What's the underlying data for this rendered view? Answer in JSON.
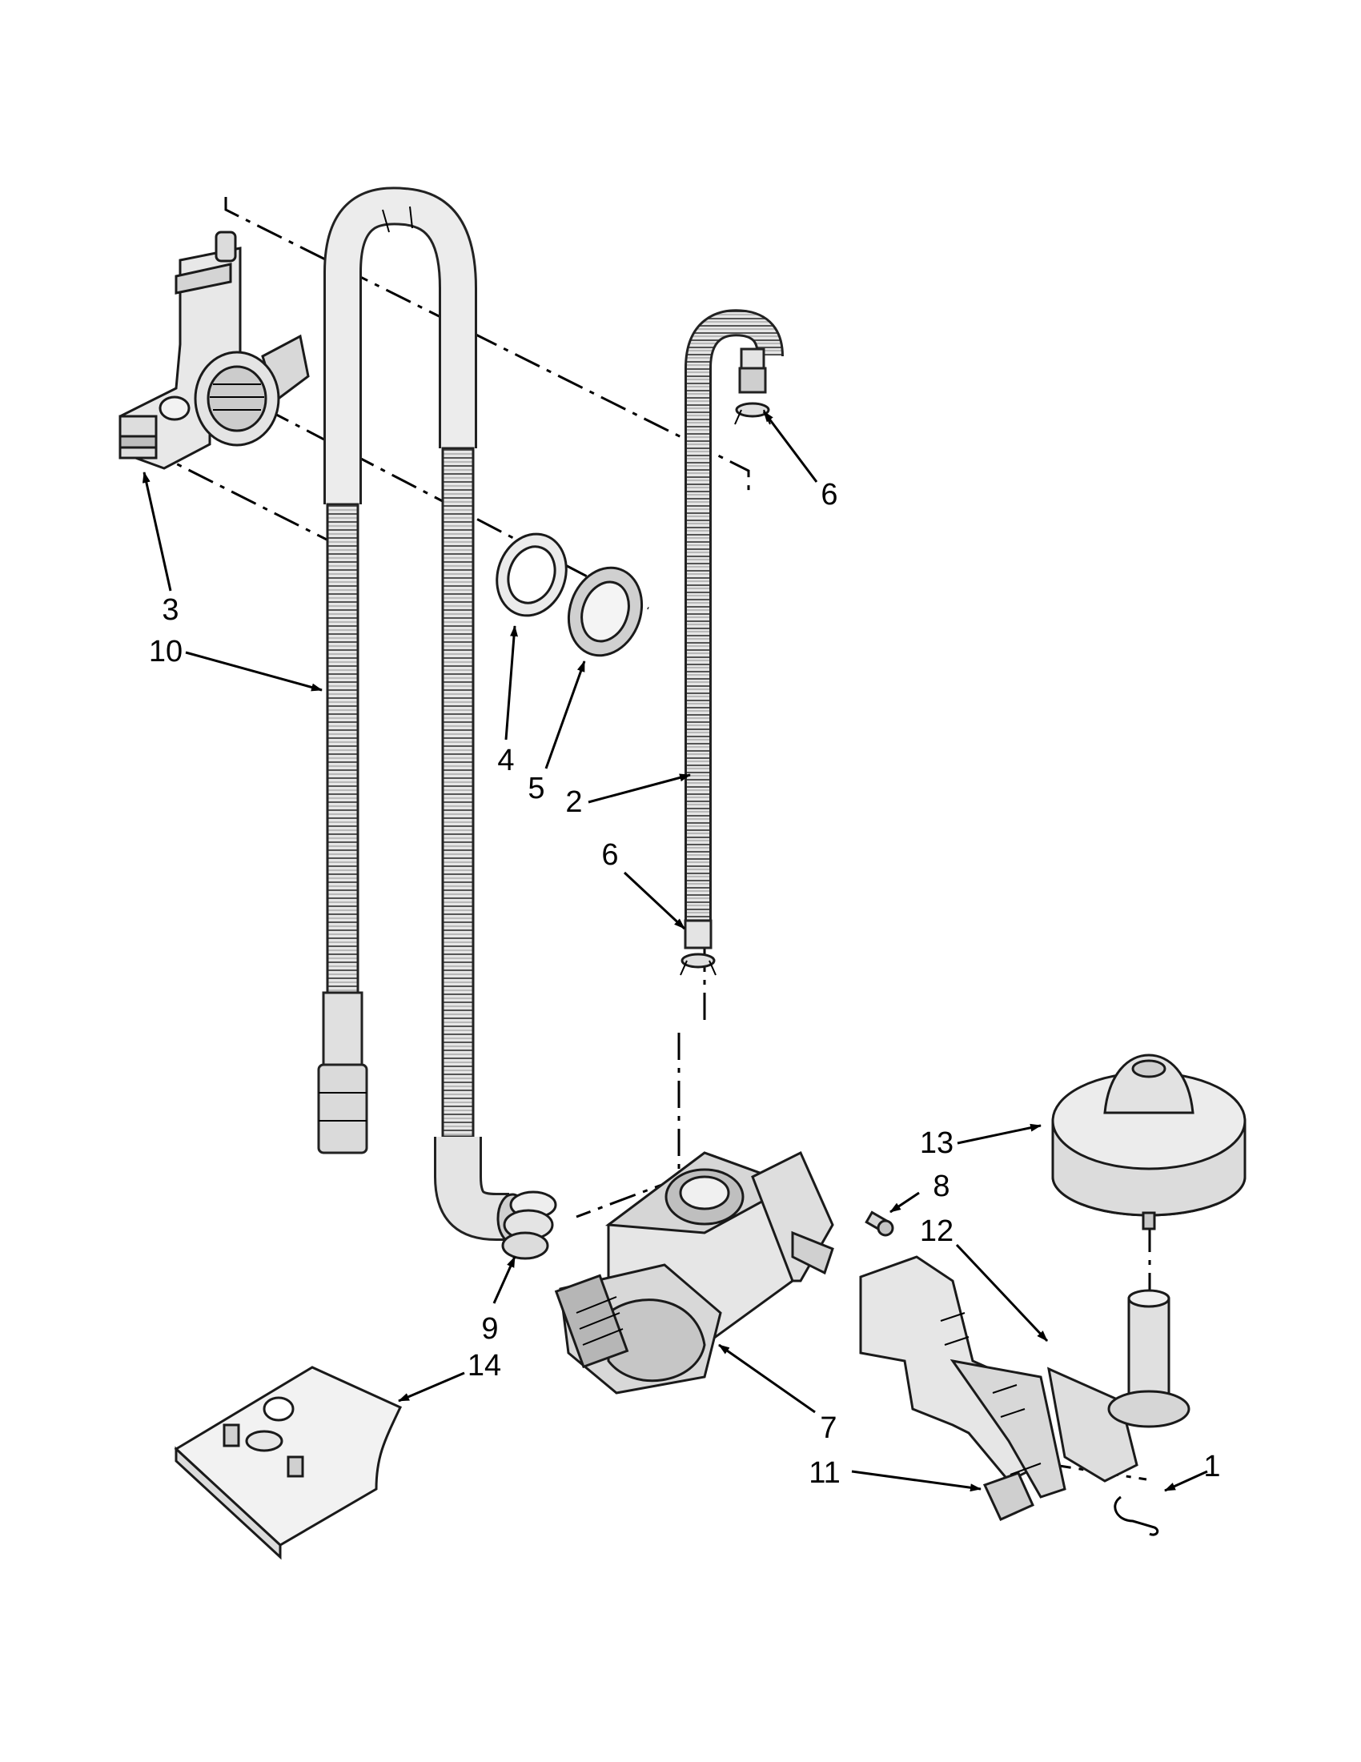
{
  "callouts": [
    {
      "id": "c1",
      "text": "1"
    },
    {
      "id": "c2",
      "text": "2"
    },
    {
      "id": "c3",
      "text": "3"
    },
    {
      "id": "c4",
      "text": "4"
    },
    {
      "id": "c5",
      "text": "5"
    },
    {
      "id": "c6a",
      "text": "6"
    },
    {
      "id": "c6b",
      "text": "6"
    },
    {
      "id": "c7",
      "text": "7"
    },
    {
      "id": "c8",
      "text": "8"
    },
    {
      "id": "c9",
      "text": "9"
    },
    {
      "id": "c10",
      "text": "10"
    },
    {
      "id": "c11",
      "text": "11"
    },
    {
      "id": "c12",
      "text": "12"
    },
    {
      "id": "c13",
      "text": "13"
    },
    {
      "id": "c14",
      "text": "14"
    }
  ],
  "colors": {
    "line": "#000000",
    "part_fill": "#ececec",
    "part_shade": "#cfcfcf",
    "background": "#ffffff"
  }
}
